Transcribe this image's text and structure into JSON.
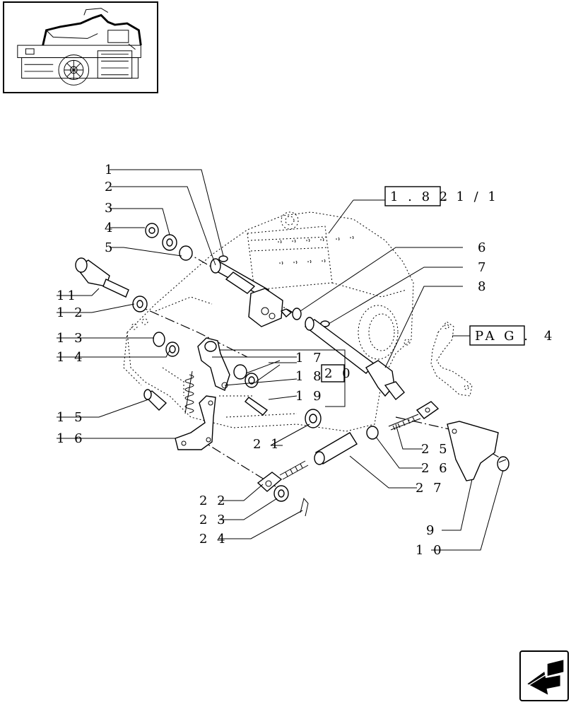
{
  "reference": {
    "boxed": "1 . 8 2",
    "suffix": ". 1 / 1",
    "page_box": "PA G .",
    "page_num": "4"
  },
  "callouts": [
    "1",
    "2",
    "3",
    "4",
    "5",
    "6",
    "7",
    "8",
    "9",
    "1 0",
    "11",
    "1 2",
    "1 3",
    "1 4",
    "1 5",
    "1 6",
    "1 7",
    "1 8",
    "2 0",
    "1 9",
    "2 1",
    "2 2",
    "2 3",
    "2 4",
    "2 5",
    "2 6",
    "2 7"
  ],
  "icons": {
    "thumbnail": "tractor-location-thumbnail",
    "navigation": "arrow-left-nav-icon"
  }
}
